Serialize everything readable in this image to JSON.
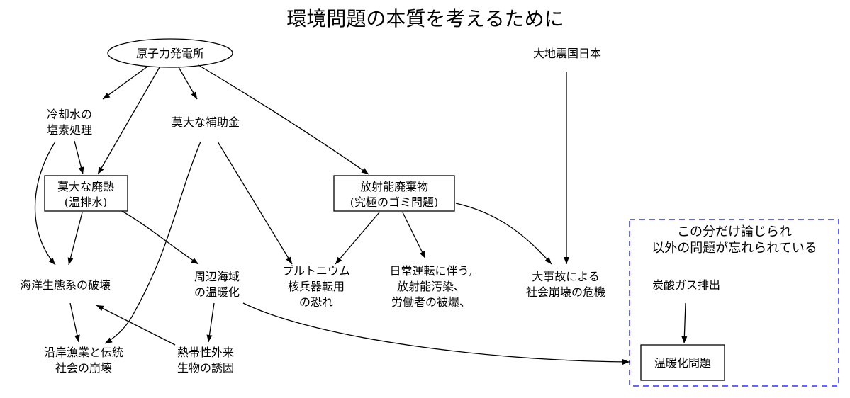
{
  "title": "環境問題の本質を考えるために",
  "colors": {
    "cluster_border": "#3333ee",
    "edge": "#000000"
  },
  "nodes": {
    "plant": {
      "label": [
        "原子力発電所"
      ],
      "shape": "ellipse"
    },
    "quake": {
      "label": [
        "大地震国日本"
      ],
      "shape": "plaintext"
    },
    "chlorine": {
      "label": [
        "冷却水の",
        "塩素処理"
      ],
      "shape": "plaintext"
    },
    "subsidy": {
      "label": [
        "莫大な補助金"
      ],
      "shape": "plaintext"
    },
    "waste_heat": {
      "label": [
        "莫大な廃熱",
        "(温排水)"
      ],
      "shape": "box"
    },
    "rad_waste": {
      "label": [
        "放射能廃棄物",
        "(究極のゴミ問題)"
      ],
      "shape": "box"
    },
    "marine": {
      "label": [
        "海洋生態系の破壊"
      ],
      "shape": "plaintext"
    },
    "warming_sea": {
      "label": [
        "周辺海域",
        "の温暖化"
      ],
      "shape": "plaintext"
    },
    "plutonium": {
      "label": [
        "プルトニウム",
        "核兵器転用",
        "の恐れ"
      ],
      "shape": "plaintext"
    },
    "daily": {
      "label": [
        "日常運転に伴う,",
        "放射能汚染、",
        "労働者の被爆、"
      ],
      "shape": "plaintext"
    },
    "accident": {
      "label": [
        "大事故による",
        "社会崩壊の危機"
      ],
      "shape": "plaintext"
    },
    "fishery": {
      "label": [
        "沿岸漁業と伝統",
        "社会の崩壊"
      ],
      "shape": "plaintext"
    },
    "tropical": {
      "label": [
        "熱帯性外来",
        "生物の誘因"
      ],
      "shape": "plaintext"
    },
    "co2": {
      "label": [
        "炭酸ガス排出"
      ],
      "shape": "plaintext"
    },
    "global_warming": {
      "label": [
        "温暖化問題"
      ],
      "shape": "box"
    }
  },
  "cluster": {
    "label": [
      "この分だけ論じられ",
      "以外の問題が忘れられている"
    ],
    "members": [
      "co2",
      "global_warming"
    ]
  },
  "edges": [
    [
      "plant",
      "chlorine"
    ],
    [
      "plant",
      "waste_heat"
    ],
    [
      "plant",
      "subsidy"
    ],
    [
      "plant",
      "rad_waste"
    ],
    [
      "chlorine",
      "waste_heat"
    ],
    [
      "chlorine",
      "marine"
    ],
    [
      "waste_heat",
      "marine"
    ],
    [
      "waste_heat",
      "warming_sea"
    ],
    [
      "subsidy",
      "fishery"
    ],
    [
      "subsidy",
      "plutonium"
    ],
    [
      "rad_waste",
      "plutonium"
    ],
    [
      "rad_waste",
      "daily"
    ],
    [
      "rad_waste",
      "accident"
    ],
    [
      "quake",
      "accident"
    ],
    [
      "marine",
      "fishery"
    ],
    [
      "tropical",
      "marine"
    ],
    [
      "warming_sea",
      "tropical"
    ],
    [
      "warming_sea",
      "global_warming"
    ],
    [
      "co2",
      "global_warming"
    ]
  ]
}
